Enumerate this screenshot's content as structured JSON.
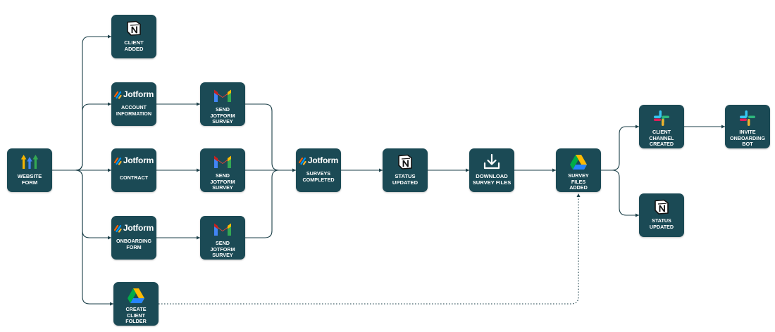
{
  "nodes": {
    "website_form": {
      "label": "WEBSITE\nFORM",
      "icon": "forms-app-icon"
    },
    "client_added": {
      "label": "CLIENT\nADDED",
      "icon": "notion-icon"
    },
    "account_information": {
      "label": "ACCOUNT\nINFORMATION",
      "icon": "jotform-icon",
      "brand": "Jotform"
    },
    "contract": {
      "label": "CONTRACT",
      "icon": "jotform-icon",
      "brand": "Jotform"
    },
    "onboarding_form": {
      "label": "ONBOARDING\nFORM",
      "icon": "jotform-icon",
      "brand": "Jotform"
    },
    "create_client_folder": {
      "label": "CREATE\nCLIENT\nFOLDER",
      "icon": "google-drive-icon"
    },
    "send_survey_1": {
      "label": "SEND\nJOTFORM\nSURVEY",
      "icon": "gmail-icon"
    },
    "send_survey_2": {
      "label": "SEND\nJOTFORM\nSURVEY",
      "icon": "gmail-icon"
    },
    "send_survey_3": {
      "label": "SEND\nJOTFORM\nSURVEY",
      "icon": "gmail-icon"
    },
    "surveys_completed": {
      "label": "SURVEYS\nCOMPLETED",
      "icon": "jotform-icon",
      "brand": "Jotform"
    },
    "status_updated_1": {
      "label": "STATUS\nUPDATED",
      "icon": "notion-icon"
    },
    "download_survey_files": {
      "label": "DOWNLOAD\nSURVEY FILES",
      "icon": "download-icon"
    },
    "survey_files_added": {
      "label": "SURVEY\nFILES\nADDED",
      "icon": "google-drive-icon"
    },
    "client_channel_created": {
      "label": "CLIENT\nCHANNEL\nCREATED",
      "icon": "slack-icon"
    },
    "invite_onboarding_bot": {
      "label": "INVITE\nONBOARDING\nBOT",
      "icon": "slack-icon"
    },
    "status_updated_2": {
      "label": "STATUS\nUPDATED",
      "icon": "notion-icon"
    }
  },
  "colors": {
    "node_background": "#1b4a55",
    "connector": "#1b3f48",
    "node_text": "#ffffff",
    "background": "#ffffff"
  }
}
